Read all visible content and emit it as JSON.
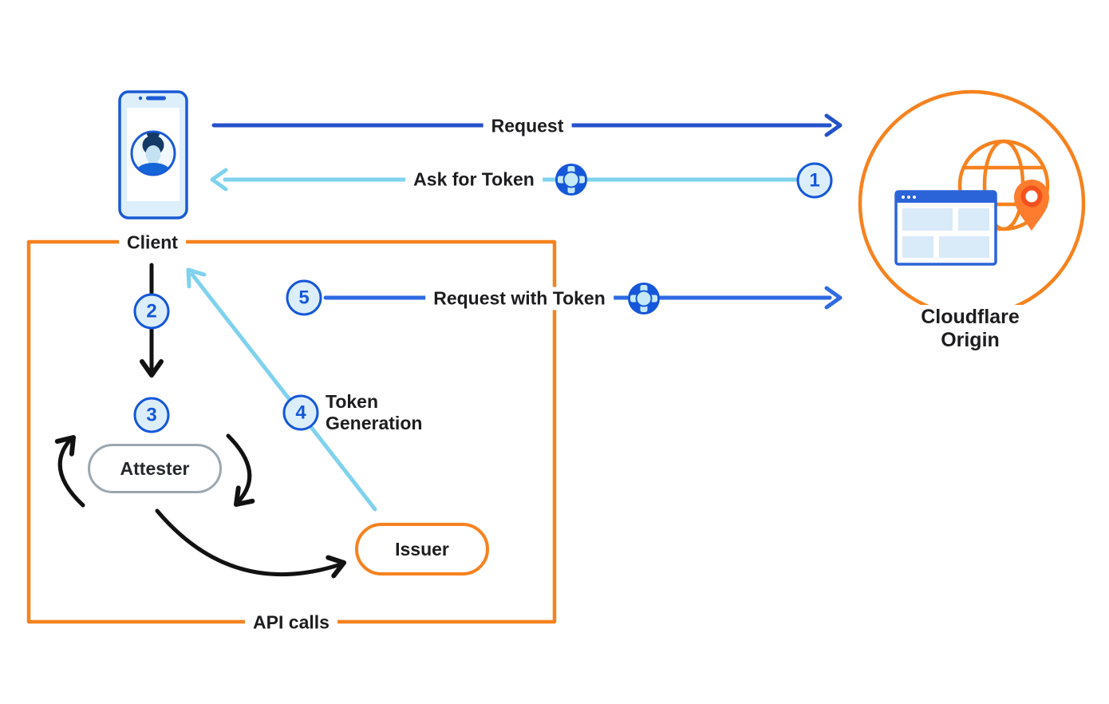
{
  "diagram": {
    "nodes": {
      "client": {
        "label": "Client"
      },
      "cloudflare_origin": {
        "line1": "Cloudflare",
        "line2": "Origin"
      },
      "attester": {
        "label": "Attester"
      },
      "issuer": {
        "label": "Issuer"
      }
    },
    "flows": {
      "request": {
        "label": "Request"
      },
      "ask_for_token": {
        "label": "Ask for Token",
        "step": "1"
      },
      "client_to_attester": {
        "step": "2"
      },
      "attestation": {
        "step": "3"
      },
      "token_generation": {
        "step": "4",
        "line1": "Token",
        "line2": "Generation"
      },
      "request_with_token": {
        "label": "Request with Token",
        "step": "5"
      }
    },
    "container": {
      "label": "API calls"
    }
  },
  "icons": {
    "token": "token-icon",
    "client_device": "mobile-phone-icon",
    "client_avatar": "user-avatar-icon",
    "origin_globe": "globe-icon",
    "origin_browser": "browser-window-icon",
    "origin_pin": "location-pin-icon"
  },
  "colors": {
    "orange": "#F6821F",
    "blue_dark": "#2452C9",
    "blue_medium": "#2E6AE2",
    "sky_blue": "#7FD2ED",
    "ink": "#121212",
    "text": "#1D1D1F",
    "badge_blue": "#1557D8",
    "badge_bg": "#DCEEFB",
    "token_light": "#C5E9F7",
    "gray_border": "#9CA7AF",
    "phone_blue": "#1B5AD5",
    "phone_light": "#DCEFFB",
    "browser_blue": "#2B63D9",
    "panel_light": "#D9EAF8",
    "pin_orange": "#FD7C2E",
    "pin_red": "#F4511F",
    "hair_navy": "#153A66",
    "shirt_blue": "#1466D8",
    "face_blue": "#C4E2F2"
  }
}
